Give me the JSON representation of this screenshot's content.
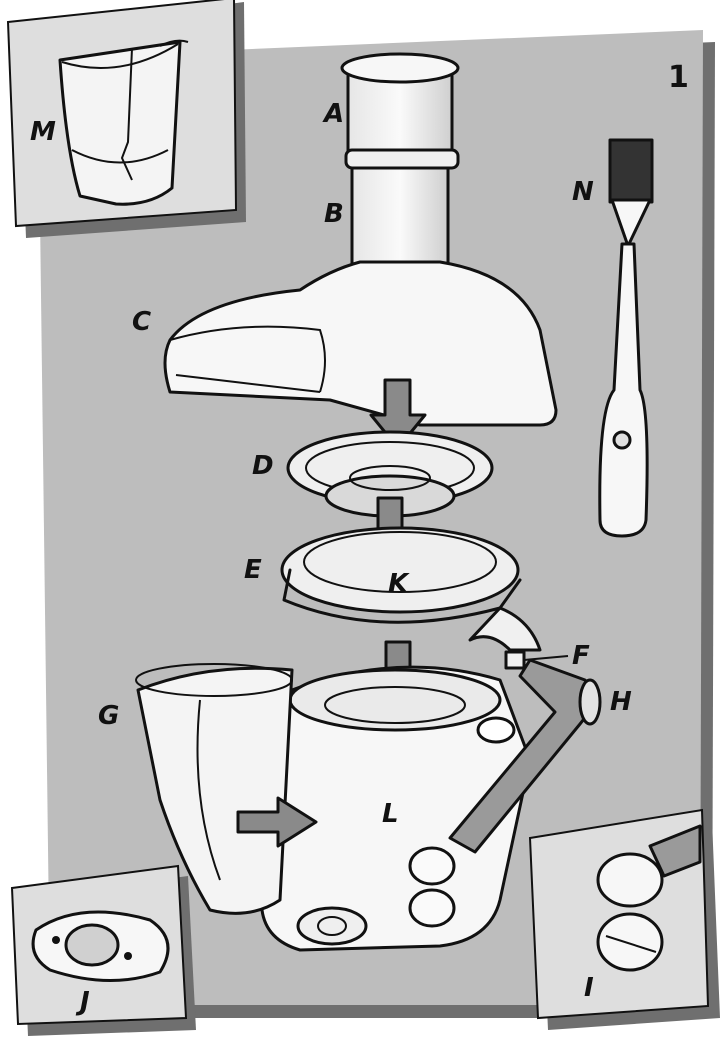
{
  "figure_number": "1",
  "labels": {
    "A": "A",
    "B": "B",
    "C": "C",
    "D": "D",
    "E": "E",
    "F": "F",
    "G": "G",
    "H": "H",
    "I": "I",
    "J": "J",
    "K": "K",
    "L": "L",
    "M": "M",
    "N": "N"
  },
  "colors": {
    "panel_gray": "#bdbdbd",
    "panel_shadow": "#6f6f6f",
    "inset_bg": "#dedede",
    "part_fill": "#f7f7f7",
    "arrow_fill": "#8a8a8a",
    "outline": "#111111"
  }
}
